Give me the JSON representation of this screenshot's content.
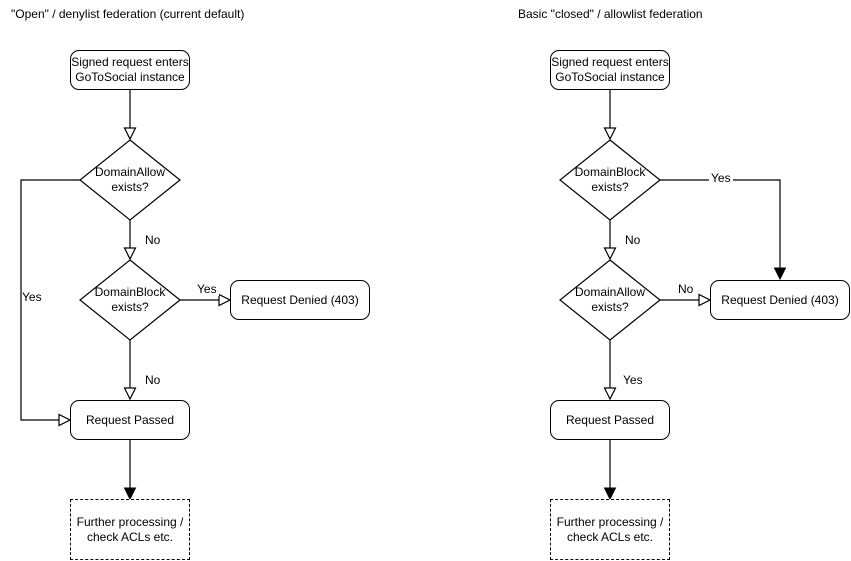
{
  "diagram": {
    "background_color": "#ffffff",
    "line_color": "#000000",
    "text_color": "#000000",
    "charts": [
      {
        "title": "\"Open\" / denylist federation (current default)",
        "nodes": {
          "start": "Signed request enters\nGoToSocial instance",
          "decision1": "DomainAllow\nexists?",
          "decision2": "DomainBlock\nexists?",
          "denied": "Request Denied (403)",
          "passed": "Request Passed",
          "further": "Further processing /\ncheck ACLs etc."
        },
        "labels": {
          "decision1_down": "No",
          "decision1_side": "Yes",
          "decision2_down": "No",
          "decision2_side": "Yes"
        }
      },
      {
        "title": "Basic \"closed\" / allowlist federation",
        "nodes": {
          "start": "Signed request enters\nGoToSocial instance",
          "decision1": "DomainBlock\nexists?",
          "decision2": "DomainAllow\nexists?",
          "denied": "Request Denied (403)",
          "passed": "Request Passed",
          "further": "Further processing /\ncheck ACLs etc."
        },
        "labels": {
          "decision1_down": "No",
          "decision1_side": "Yes",
          "decision2_down": "Yes",
          "decision2_side": "No"
        }
      }
    ]
  }
}
